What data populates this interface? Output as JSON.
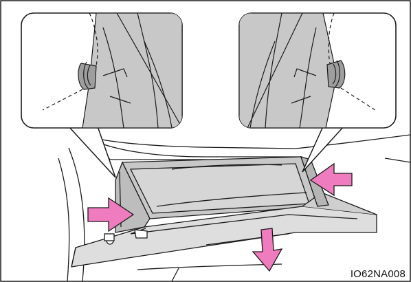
{
  "figure": {
    "code": "IO62NA008",
    "colors": {
      "background": "#ffffff",
      "line": "#1a1a1a",
      "shade": "#c8c8c8",
      "shade_light": "#dedede",
      "arrow": "#f07cc0"
    },
    "callouts": [
      "left-hinge-detail",
      "right-hinge-detail"
    ],
    "arrows": [
      "push-inward-left",
      "push-inward-right",
      "open-downward"
    ]
  }
}
